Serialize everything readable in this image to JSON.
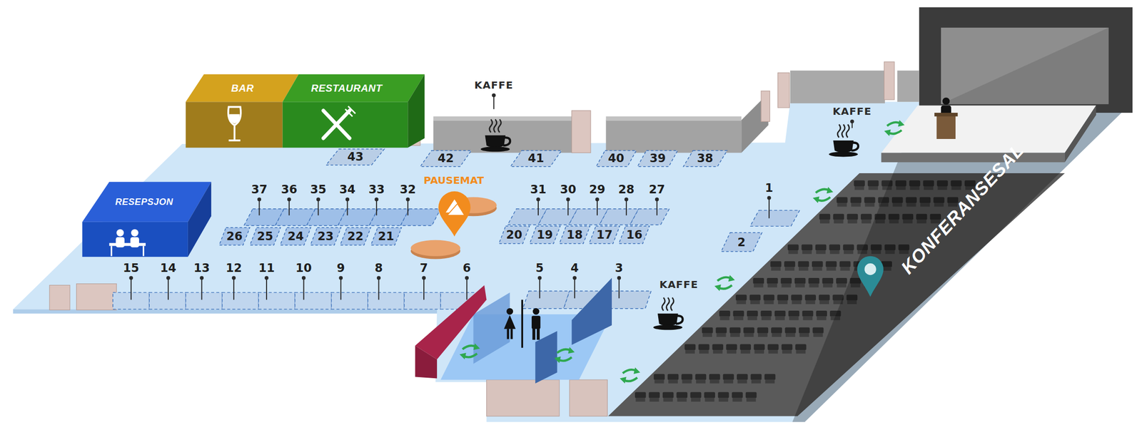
{
  "diagram": {
    "nodes": [
      {
        "text": [
          "BAR"
        ]
      },
      {
        "text": [
          "RESTAURANT"
        ]
      },
      {
        "text": [
          "43"
        ]
      },
      {
        "text": [
          "42"
        ]
      },
      {
        "text": [
          "41"
        ]
      },
      {
        "text": [
          "40"
        ]
      },
      {
        "text": [
          "39"
        ]
      },
      {
        "text": [
          "38"
        ]
      },
      {
        "text": [
          "RESEPSJON"
        ]
      },
      {
        "text": [
          "26"
        ]
      },
      {
        "text": [
          "25"
        ]
      },
      {
        "text": [
          "24"
        ]
      },
      {
        "text": [
          "23"
        ]
      },
      {
        "text": [
          "22"
        ]
      },
      {
        "text": [
          "21"
        ]
      },
      {
        "text": [
          "20"
        ]
      },
      {
        "text": [
          "19"
        ]
      },
      {
        "text": [
          "18"
        ]
      },
      {
        "text": [
          "17"
        ]
      },
      {
        "text": [
          "16"
        ]
      },
      {
        "text": [
          "2"
        ]
      }
    ],
    "labels": [
      "KAFFE",
      "KAFFE",
      "37",
      "36",
      "35",
      "34",
      "33",
      "32",
      "PAUSEMAT",
      "31",
      "30",
      "29",
      "28",
      "27",
      "1",
      "KONFERANSESAL",
      "15",
      "14",
      "13",
      "12",
      "11",
      "10",
      "9",
      "8",
      "7",
      "6",
      "5",
      "4",
      "3",
      "KAFFE"
    ]
  }
}
